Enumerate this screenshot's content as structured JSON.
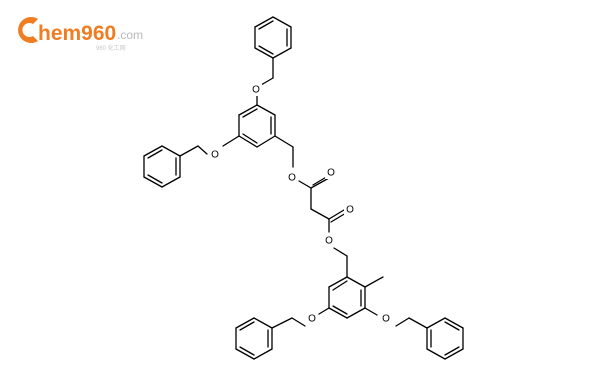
{
  "logo": {
    "brand": "hem960",
    "tld": ".com",
    "subtitle": "960 化工网"
  },
  "colors": {
    "logo_orange": "#f07d22",
    "bond": "#000000",
    "background": "#ffffff"
  },
  "molecule": {
    "atoms": [
      {
        "id": "o1",
        "element": "O",
        "label": "O"
      },
      {
        "id": "o2",
        "element": "O",
        "label": "O"
      },
      {
        "id": "o3",
        "element": "O",
        "label": "O"
      },
      {
        "id": "o4",
        "element": "O",
        "label": "O"
      },
      {
        "id": "o5",
        "element": "O",
        "label": "O"
      },
      {
        "id": "o6",
        "element": "O",
        "label": "O"
      },
      {
        "id": "o7",
        "element": "O",
        "label": "O"
      },
      {
        "id": "o8",
        "element": "O",
        "label": "O"
      }
    ]
  }
}
